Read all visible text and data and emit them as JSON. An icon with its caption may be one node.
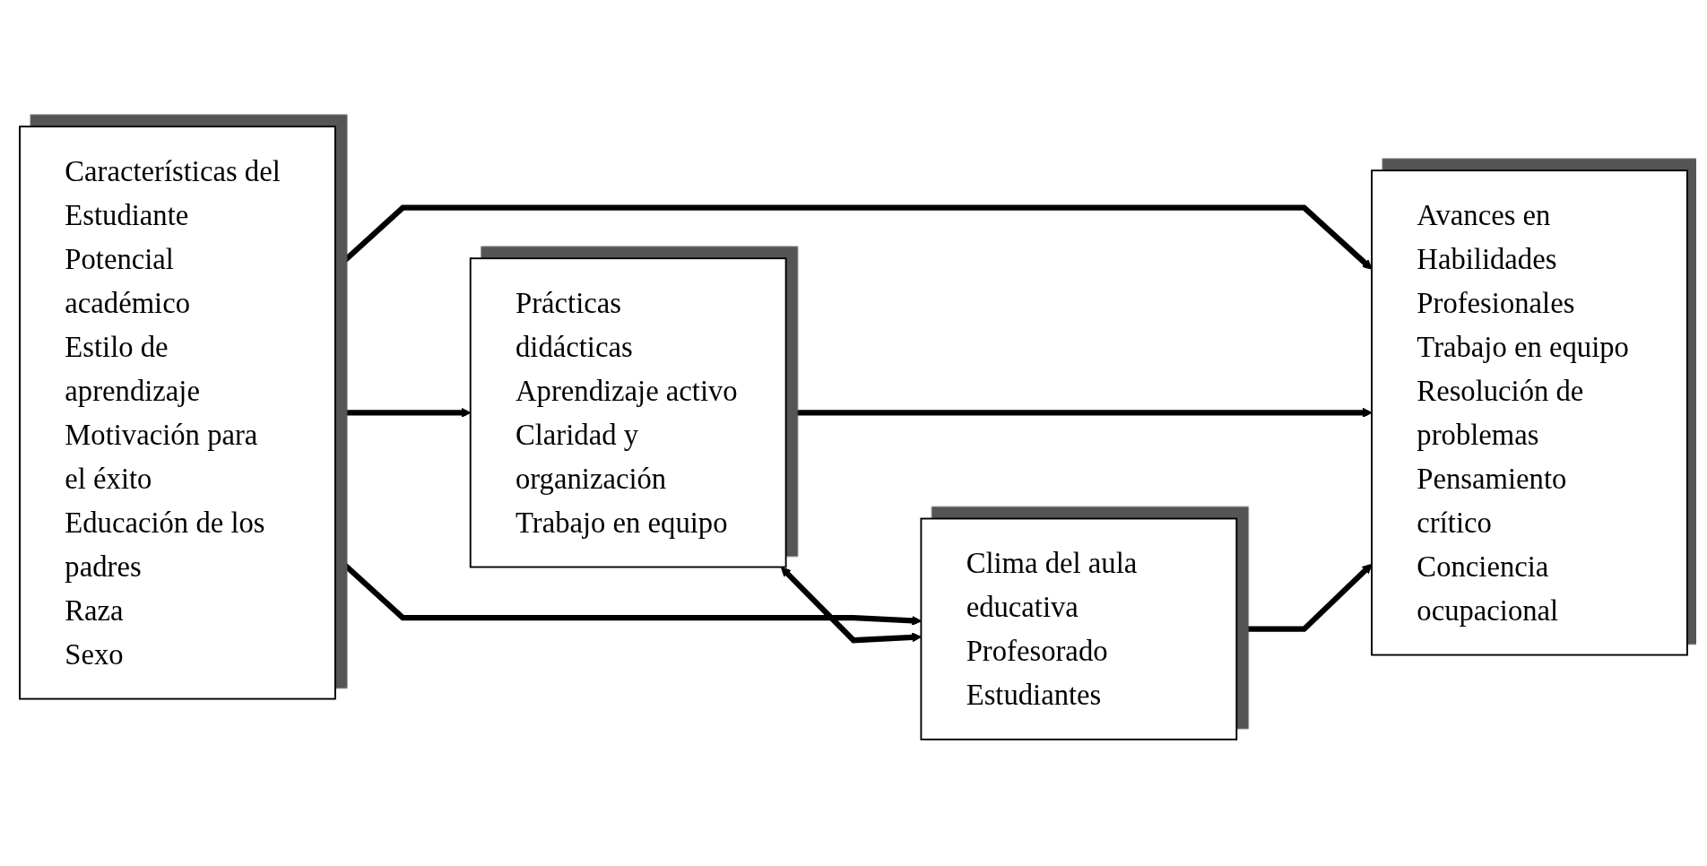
{
  "diagram": {
    "nodes": [
      {
        "text": [
          "Características del Estudiante",
          "Potencial  académico",
          "Estilo de aprendizaje",
          "Motivación para el éxito",
          "Educación de los padres",
          "Raza",
          "Sexo"
        ]
      },
      {
        "text": [
          "Prácticas didácticas",
          "Aprendizaje activo",
          "Claridad y organización",
          "Trabajo en equipo"
        ]
      },
      {
        "text": [
          "Clima del aula educativa",
          "Profesorado",
          "Estudiantes"
        ]
      },
      {
        "text": [
          "Avances en Habilidades Profesionales",
          "Trabajo en equipo",
          "Resolución de problemas",
          "Pensamiento crítico",
          "Conciencia ocupacional"
        ]
      }
    ],
    "edges": [
      {
        "from": 0,
        "to": 1,
        "arrow": "to"
      },
      {
        "from": 0,
        "to": 3,
        "arrow": "to"
      },
      {
        "from": 0,
        "to": 2,
        "arrow": "to"
      },
      {
        "from": 1,
        "to": 2,
        "arrow": "both"
      },
      {
        "from": 1,
        "to": 3,
        "arrow": "to"
      },
      {
        "from": 2,
        "to": 3,
        "arrow": "to"
      }
    ]
  }
}
